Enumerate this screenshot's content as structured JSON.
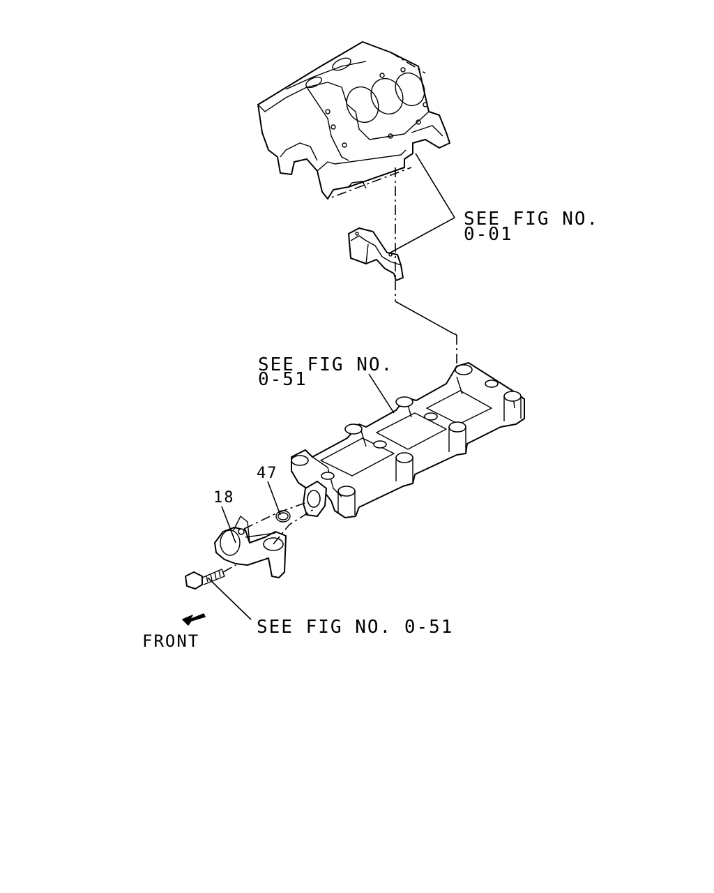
{
  "callouts": {
    "ref_block": {
      "line1": "SEE FIG NO.",
      "line2": "0-01"
    },
    "ref_frame": {
      "line1": "SEE FIG NO.",
      "line2": "0-51"
    },
    "ref_bolt": "SEE FIG NO. 0-51"
  },
  "parts": {
    "pipe_number": "18",
    "oring_number": "47"
  },
  "front_label": "FRONT",
  "icons": {
    "front_arrow": "arrow-down-left-icon"
  }
}
